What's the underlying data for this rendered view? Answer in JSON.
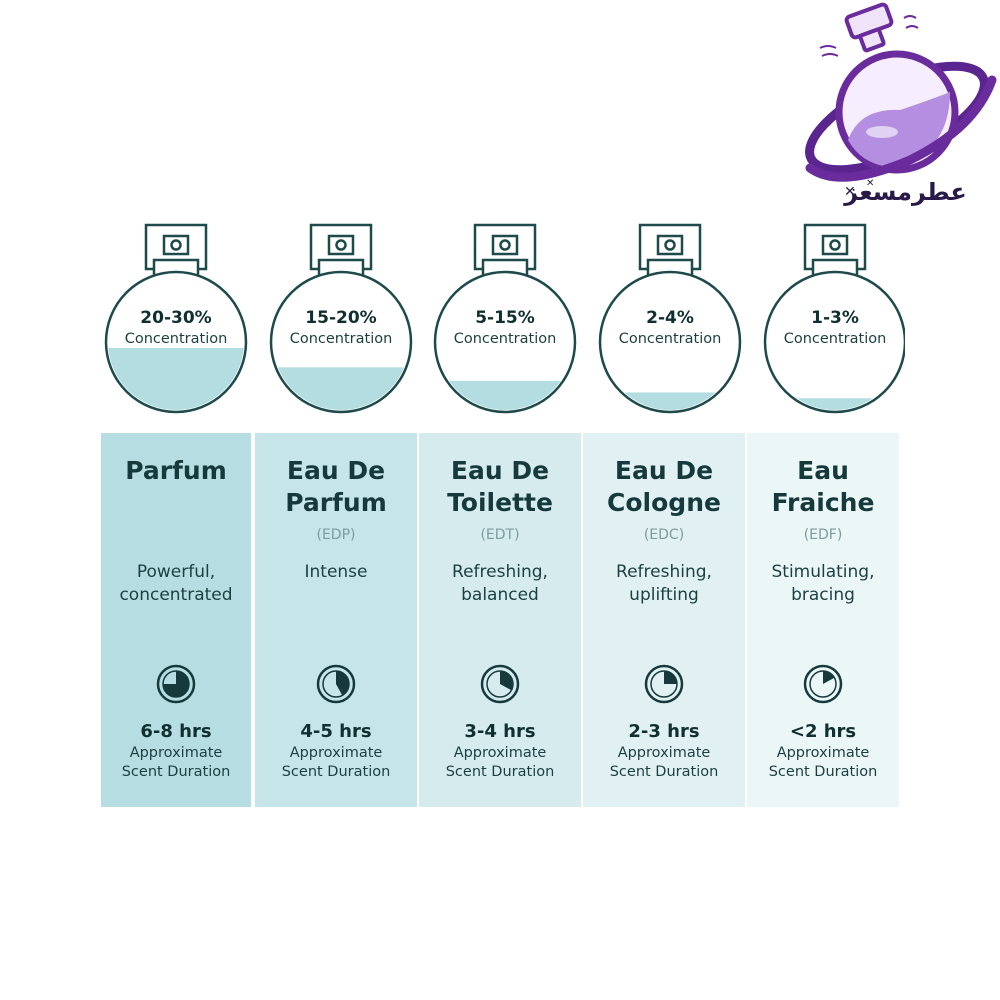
{
  "logo": {
    "text": "عطرمسعز",
    "colors": {
      "planet": "#7a3aa6",
      "ring": "#6a2c9c",
      "liquid": "#b48ee0"
    }
  },
  "types": [
    {
      "name_line1": "Parfum",
      "name_line2": "",
      "abbr": "",
      "desc_line1": "Powerful,",
      "desc_line2": "concentrated",
      "concentration": "20-30%",
      "concentration_label": "Concentration",
      "fill_level": 0.3,
      "clock_fraction": 0.75,
      "hours": "6-8 hrs",
      "approx_line1": "Approximate",
      "approx_line2": "Scent Duration",
      "bg": "#b6dde1"
    },
    {
      "name_line1": "Eau De",
      "name_line2": "Parfum",
      "abbr": "(EDP)",
      "desc_line1": "Intense",
      "desc_line2": "",
      "concentration": "15-20%",
      "concentration_label": "Concentration",
      "fill_level": 0.2,
      "clock_fraction": 0.42,
      "hours": "4-5 hrs",
      "approx_line1": "Approximate",
      "approx_line2": "Scent Duration",
      "bg": "#c6e5e8"
    },
    {
      "name_line1": "Eau De",
      "name_line2": "Toilette",
      "abbr": "(EDT)",
      "desc_line1": "Refreshing,",
      "desc_line2": "balanced",
      "concentration": "5-15%",
      "concentration_label": "Concentration",
      "fill_level": 0.13,
      "clock_fraction": 0.33,
      "hours": "3-4 hrs",
      "approx_line1": "Approximate",
      "approx_line2": "Scent Duration",
      "bg": "#d5ebee"
    },
    {
      "name_line1": "Eau De",
      "name_line2": "Cologne",
      "abbr": "(EDC)",
      "desc_line1": "Refreshing,",
      "desc_line2": "uplifting",
      "concentration": "2-4%",
      "concentration_label": "Concentration",
      "fill_level": 0.07,
      "clock_fraction": 0.25,
      "hours": "2-3 hrs",
      "approx_line1": "Approximate",
      "approx_line2": "Scent Duration",
      "bg": "#e1f1f3"
    },
    {
      "name_line1": "Eau",
      "name_line2": "Fraiche",
      "abbr": "(EDF)",
      "desc_line1": "Stimulating,",
      "desc_line2": "bracing",
      "concentration": "1-3%",
      "concentration_label": "Concentration",
      "fill_level": 0.04,
      "clock_fraction": 0.17,
      "hours": "<2 hrs",
      "approx_line1": "Approximate",
      "approx_line2": "Scent Duration",
      "bg": "#ebf6f7"
    }
  ],
  "colors": {
    "outline": "#1e4a4c",
    "liquid": "#b3dde0",
    "clock_fill": "#163a3c"
  }
}
